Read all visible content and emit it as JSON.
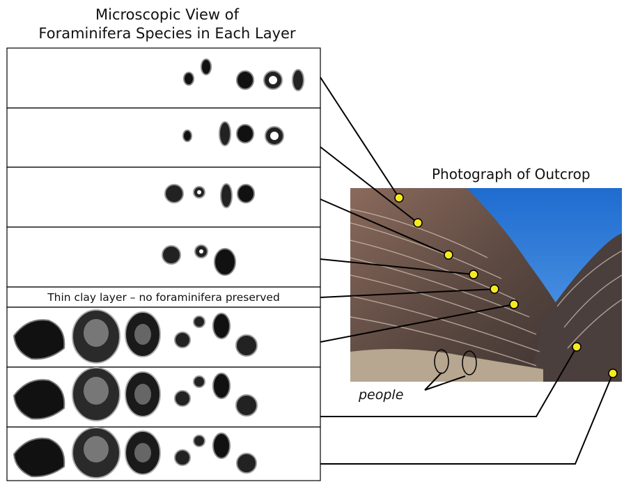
{
  "left_title_line1": "Microscopic View of",
  "left_title_line2": "Foraminifera Species in Each Layer",
  "right_title": "Photograph of Outcrop",
  "clay_layer_text": "Thin clay layer – no foraminifera preserved",
  "people_label": "people",
  "colors": {
    "marker": "#f6ea1e",
    "sky": "#2f7bd6",
    "rock": "#6e5a4f",
    "line": "#000000"
  }
}
